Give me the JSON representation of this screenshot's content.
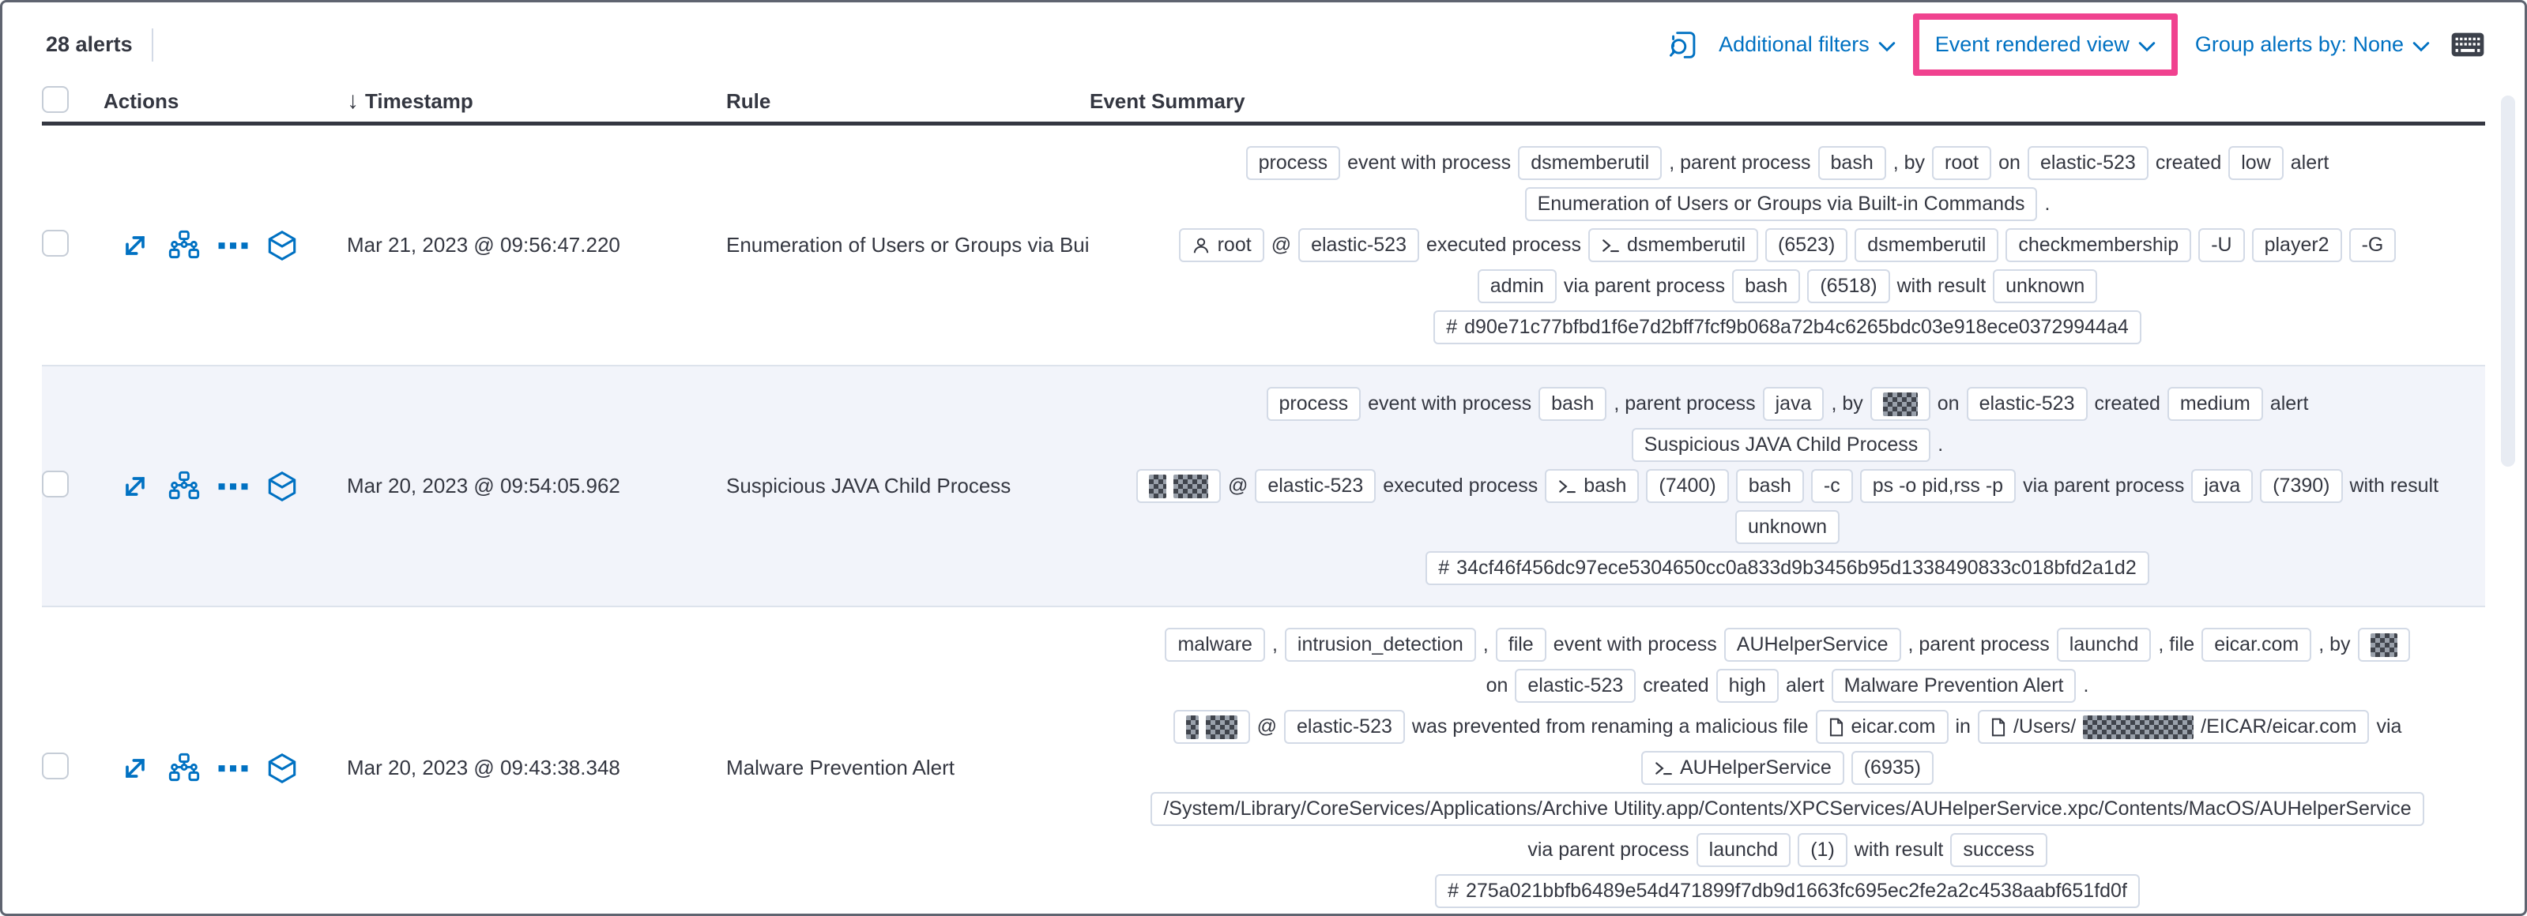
{
  "toolbar": {
    "alert_count": "28 alerts",
    "additional_filters": "Additional filters",
    "view_selector": "Event rendered view",
    "group_by": "Group alerts by: None",
    "icons": {
      "left_of_filters": "inspect-icon",
      "far_right": "keyboard-icon"
    }
  },
  "colors": {
    "link_blue": "#0071c2",
    "annotation_pink": "#f0428f",
    "badge_border": "#d3dae6",
    "text_dark": "#343741",
    "row_stripe": "#f2f4fa"
  },
  "table": {
    "headers": {
      "actions": "Actions",
      "timestamp": "Timestamp",
      "rule": "Rule",
      "summary": "Event Summary"
    },
    "sort_icon": "arrow-down",
    "action_icons": [
      "expand-event",
      "analyze-event",
      "more-actions",
      "investigate-timeline"
    ]
  },
  "rows": [
    {
      "timestamp": "Mar 21, 2023 @ 09:56:47.220",
      "rule": "Enumeration of Users or Groups via Bui",
      "lines": [
        [
          {
            "t": "badge",
            "v": "process"
          },
          {
            "t": "text",
            "v": "event with process"
          },
          {
            "t": "badge",
            "v": "dsmemberutil"
          },
          {
            "t": "text",
            "v": ", parent process"
          },
          {
            "t": "badge",
            "v": "bash"
          },
          {
            "t": "text",
            "v": ", by"
          },
          {
            "t": "badge",
            "v": "root"
          },
          {
            "t": "text",
            "v": "on"
          },
          {
            "t": "badge",
            "v": "elastic-523"
          },
          {
            "t": "text",
            "v": "created"
          },
          {
            "t": "badge",
            "v": "low"
          },
          {
            "t": "text",
            "v": "alert"
          }
        ],
        [
          {
            "t": "badge",
            "v": "Enumeration of Users or Groups via Built-in Commands"
          },
          {
            "t": "text",
            "v": "."
          }
        ],
        [
          {
            "t": "badge",
            "v": "root",
            "icon": "user"
          },
          {
            "t": "text",
            "v": "@"
          },
          {
            "t": "badge",
            "v": "elastic-523"
          },
          {
            "t": "text",
            "v": "executed process"
          },
          {
            "t": "badge",
            "v": "dsmemberutil",
            "icon": "terminal"
          },
          {
            "t": "badge",
            "v": "(6523)"
          },
          {
            "t": "badge",
            "v": "dsmemberutil"
          },
          {
            "t": "badge",
            "v": "checkmembership"
          },
          {
            "t": "badge",
            "v": "-U"
          },
          {
            "t": "badge",
            "v": "player2"
          },
          {
            "t": "badge",
            "v": "-G"
          }
        ],
        [
          {
            "t": "badge",
            "v": "admin"
          },
          {
            "t": "text",
            "v": "via parent process"
          },
          {
            "t": "badge",
            "v": "bash"
          },
          {
            "t": "badge",
            "v": "(6518)"
          },
          {
            "t": "text",
            "v": "with result"
          },
          {
            "t": "badge",
            "v": "unknown"
          }
        ],
        [
          {
            "t": "badge",
            "v": "d90e71c77bfbd1f6e7d2bff7fcf9b068a72b4c6265bdc03e918ece03729944a4",
            "icon": "hash"
          }
        ]
      ]
    },
    {
      "timestamp": "Mar 20, 2023 @ 09:54:05.962",
      "rule": "Suspicious JAVA Child Process",
      "lines": [
        [
          {
            "t": "badge",
            "v": "process"
          },
          {
            "t": "text",
            "v": "event with process"
          },
          {
            "t": "badge",
            "v": "bash"
          },
          {
            "t": "text",
            "v": ", parent process"
          },
          {
            "t": "badge",
            "v": "java"
          },
          {
            "t": "text",
            "v": ", by"
          },
          {
            "t": "badge",
            "redacted": [
              44
            ]
          },
          {
            "t": "text",
            "v": "on"
          },
          {
            "t": "badge",
            "v": "elastic-523"
          },
          {
            "t": "text",
            "v": "created"
          },
          {
            "t": "badge",
            "v": "medium"
          },
          {
            "t": "text",
            "v": "alert"
          }
        ],
        [
          {
            "t": "badge",
            "v": "Suspicious JAVA Child Process"
          },
          {
            "t": "text",
            "v": "."
          }
        ],
        [
          {
            "t": "badge",
            "redacted": [
              22,
              44
            ]
          },
          {
            "t": "text",
            "v": "@"
          },
          {
            "t": "badge",
            "v": "elastic-523"
          },
          {
            "t": "text",
            "v": "executed process"
          },
          {
            "t": "badge",
            "v": "bash",
            "icon": "terminal"
          },
          {
            "t": "badge",
            "v": "(7400)"
          },
          {
            "t": "badge",
            "v": "bash"
          },
          {
            "t": "badge",
            "v": "-c"
          },
          {
            "t": "badge",
            "v": "ps -o pid,rss -p"
          },
          {
            "t": "text",
            "v": "via parent process"
          },
          {
            "t": "badge",
            "v": "java"
          },
          {
            "t": "badge",
            "v": "(7390)"
          },
          {
            "t": "text",
            "v": "with result"
          }
        ],
        [
          {
            "t": "badge",
            "v": "unknown"
          }
        ],
        [
          {
            "t": "badge",
            "v": "34cf46f456dc97ece5304650cc0a833d9b3456b95d1338490833c018bfd2a1d2",
            "icon": "hash"
          }
        ]
      ]
    },
    {
      "timestamp": "Mar 20, 2023 @ 09:43:38.348",
      "rule": "Malware Prevention Alert",
      "lines": [
        [
          {
            "t": "badge",
            "v": "malware"
          },
          {
            "t": "text",
            "v": ","
          },
          {
            "t": "badge",
            "v": "intrusion_detection"
          },
          {
            "t": "text",
            "v": ","
          },
          {
            "t": "badge",
            "v": "file"
          },
          {
            "t": "text",
            "v": "event with process"
          },
          {
            "t": "badge",
            "v": "AUHelperService"
          },
          {
            "t": "text",
            "v": ", parent process"
          },
          {
            "t": "badge",
            "v": "launchd"
          },
          {
            "t": "text",
            "v": ", file"
          },
          {
            "t": "badge",
            "v": "eicar.com"
          },
          {
            "t": "text",
            "v": ", by"
          },
          {
            "t": "badge",
            "redacted": [
              34
            ]
          }
        ],
        [
          {
            "t": "text",
            "v": "on"
          },
          {
            "t": "badge",
            "v": "elastic-523"
          },
          {
            "t": "text",
            "v": "created"
          },
          {
            "t": "badge",
            "v": "high"
          },
          {
            "t": "text",
            "v": "alert"
          },
          {
            "t": "badge",
            "v": "Malware Prevention Alert"
          },
          {
            "t": "text",
            "v": "."
          }
        ],
        [
          {
            "t": "badge",
            "redacted": [
              16,
              40
            ]
          },
          {
            "t": "text",
            "v": "@"
          },
          {
            "t": "badge",
            "v": "elastic-523"
          },
          {
            "t": "text",
            "v": "was prevented from renaming a malicious file"
          },
          {
            "t": "badge",
            "v": "eicar.com",
            "icon": "document"
          },
          {
            "t": "text",
            "v": "in"
          },
          {
            "t": "badge",
            "icon": "document",
            "parts": [
              {
                "v": "/Users/"
              },
              {
                "r": 140
              },
              {
                "v": "/EICAR/eicar.com"
              }
            ]
          },
          {
            "t": "text",
            "v": "via"
          }
        ],
        [
          {
            "t": "badge",
            "v": "AUHelperService",
            "icon": "terminal"
          },
          {
            "t": "badge",
            "v": "(6935)"
          }
        ],
        [
          {
            "t": "badge",
            "v": "/System/Library/CoreServices/Applications/Archive Utility.app/Contents/XPCServices/AUHelperService.xpc/Contents/MacOS/AUHelperService"
          }
        ],
        [
          {
            "t": "text",
            "v": "via parent process"
          },
          {
            "t": "badge",
            "v": "launchd"
          },
          {
            "t": "badge",
            "v": "(1)"
          },
          {
            "t": "text",
            "v": "with result"
          },
          {
            "t": "badge",
            "v": "success"
          }
        ],
        [
          {
            "t": "badge",
            "v": "275a021bbfb6489e54d471899f7db9d1663fc695ec2fe2a2c4538aabf651fd0f",
            "icon": "hash"
          }
        ]
      ]
    }
  ]
}
